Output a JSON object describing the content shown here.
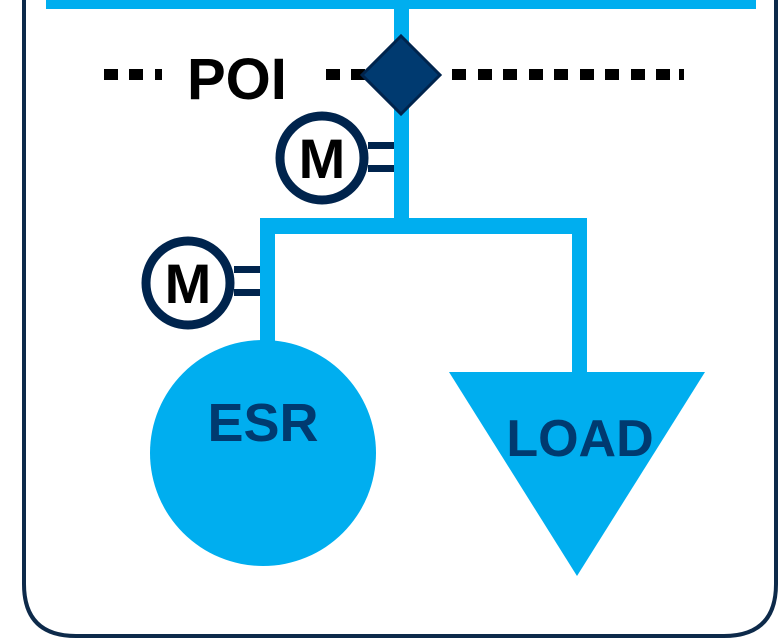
{
  "diagram": {
    "poi_label": "POI",
    "meter_upper_label": "M",
    "meter_lower_label": "M",
    "esr_label": "ESR",
    "load_label": "LOAD"
  },
  "colors": {
    "line": "#00AEEF",
    "dark": "#00244D",
    "node": "#003A70",
    "border": "#0D2A4A",
    "text_dark": "#003A70",
    "black": "#000000"
  }
}
